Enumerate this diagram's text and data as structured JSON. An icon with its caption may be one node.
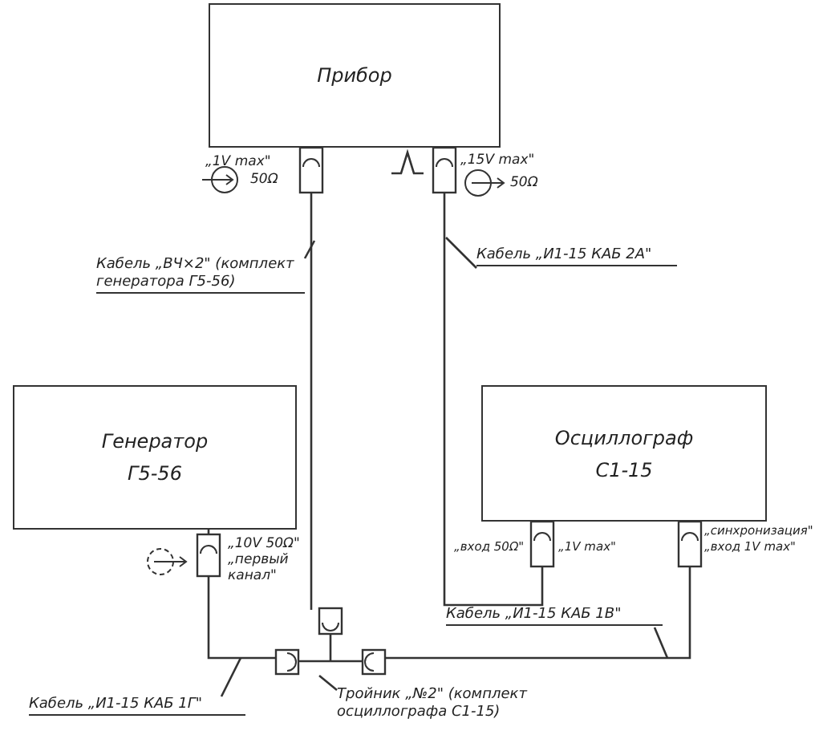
{
  "diagram": {
    "nodes": [
      {
        "text": [
          "Прибор"
        ]
      },
      {
        "text": [
          "Генератор",
          "Г5-56"
        ]
      },
      {
        "text": [
          "Осциллограф",
          "С1-15"
        ]
      },
      {
        "text": [],
        "shape": "box"
      },
      {
        "text": [
          "Кабель „ВЧ×2\" (комплект генератора Г5-56)"
        ]
      },
      {
        "text": [
          "Кабель „И1-15 КАБ 2А\""
        ]
      },
      {
        "text": [
          "Кабель „И1-15 КАБ 1В\""
        ]
      },
      {
        "text": [
          "Кабель „И1-15 КАБ 1Г\""
        ]
      },
      {
        "text": [
          "Тройник „№2\" (комплект осциллографа С1-15)"
        ]
      }
    ],
    "edges": [
      {
        "from": 0,
        "to": 3,
        "arrow": "none"
      },
      {
        "from": 0,
        "to": 2,
        "arrow": "none"
      },
      {
        "from": 1,
        "to": 3,
        "arrow": "none"
      },
      {
        "from": 3,
        "to": 2,
        "arrow": "none"
      },
      {
        "from": 4,
        "to": null,
        "arrow": "none"
      },
      {
        "from": 5,
        "to": null,
        "arrow": "none"
      },
      {
        "from": 6,
        "to": null,
        "arrow": "none"
      },
      {
        "from": 7,
        "to": null,
        "arrow": "none"
      },
      {
        "from": 8,
        "to": 3,
        "arrow": "none"
      }
    ],
    "labels": [
      "„1V max\"",
      "50Ω",
      "„15V max\"",
      "50Ω",
      "„10V 50Ω\" „первый канал\"",
      "„вход 50Ω\"",
      "„1V max\"",
      "„синхронизация\" „вход 1V max\""
    ]
  }
}
